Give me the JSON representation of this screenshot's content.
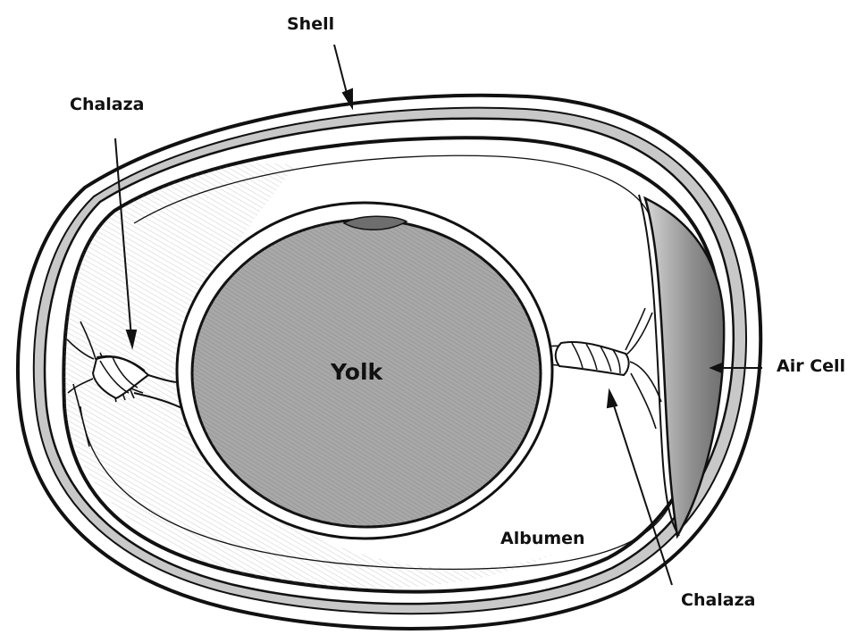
{
  "labels": {
    "shell": "Shell",
    "chalaza_left": "Chalaza",
    "yolk": "Yolk",
    "air_cell": "Air Cell",
    "albumen": "Albumen",
    "chalaza_right": "Chalaza"
  },
  "colors": {
    "outline": "#111111",
    "shell_gray": "#c8c8c8",
    "yolk_gray": "#a8a8a8",
    "air_cell_gray": "#9a9a9a",
    "hatch_gray": "#8a8a8a"
  }
}
